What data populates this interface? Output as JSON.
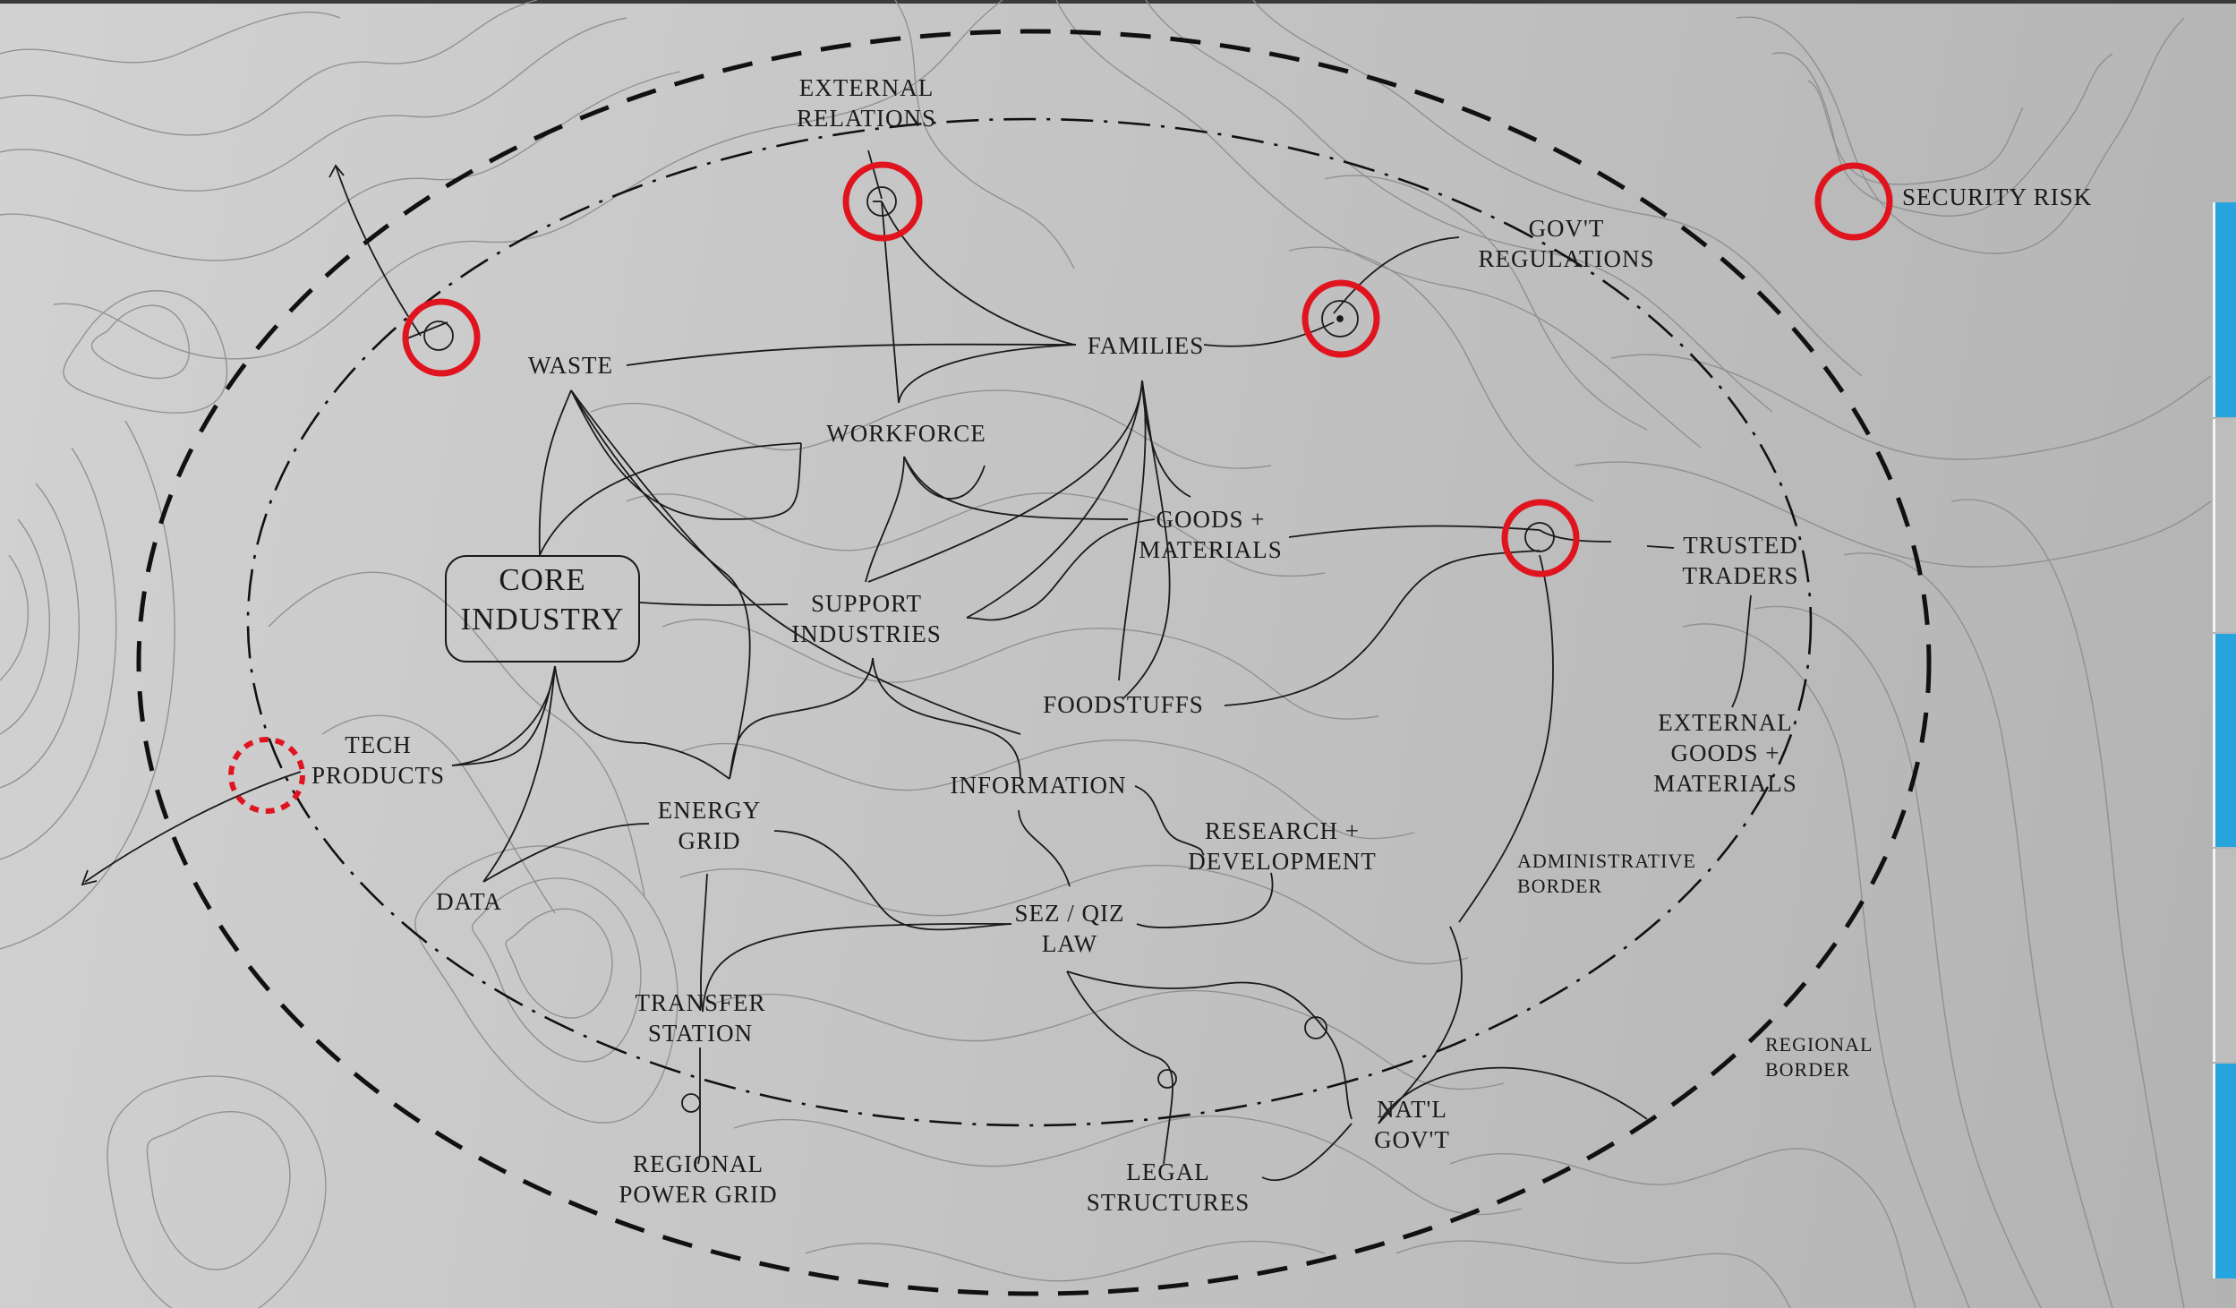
{
  "diagram": {
    "nodes": {
      "external_relations": "EXTERNAL\nRELATIONS",
      "security_risk": "SECURITY RISK",
      "govt_regulations": "GOV'T\nREGULATIONS",
      "waste": "WASTE",
      "families": "FAMILIES",
      "workforce": "WORKFORCE",
      "goods_materials": "GOODS +\nMATERIALS",
      "trusted_traders": "TRUSTED\nTRADERS",
      "core_industry": "CORE\nINDUSTRY",
      "support_industries": "SUPPORT\nINDUSTRIES",
      "foodstuffs": "FOODSTUFFS",
      "tech_products": "TECH\nPRODUCTS",
      "external_goods_materials": "EXTERNAL\nGOODS +\nMATERIALS",
      "energy_grid": "ENERGY\nGRID",
      "information": "INFORMATION",
      "research_development": "RESEARCH +\nDEVELOPMENT",
      "data": "DATA",
      "administrative_border": "ADMINISTRATIVE\nBORDER",
      "sez_qiz_law": "SEZ / QIZ\nLAW",
      "transfer_station": "TRANSFER\nSTATION",
      "regional_border": "REGIONAL\nBORDER",
      "natl_govt": "NAT'L\nGOV'T",
      "regional_power_grid": "REGIONAL\nPOWER GRID",
      "legal_structures": "LEGAL\nSTRUCTURES"
    },
    "colors": {
      "line": "#1a1a1a",
      "contour": "#8c8c8c",
      "highlight": "#e0141e",
      "sidebar_blue": "#27a3de",
      "sidebar_gray": "#bdbdbd"
    },
    "icons": {
      "checkpoint": "red-circle-icon",
      "potential_checkpoint": "dashed-red-circle-icon",
      "sidebar": "sidebar-segments"
    }
  }
}
